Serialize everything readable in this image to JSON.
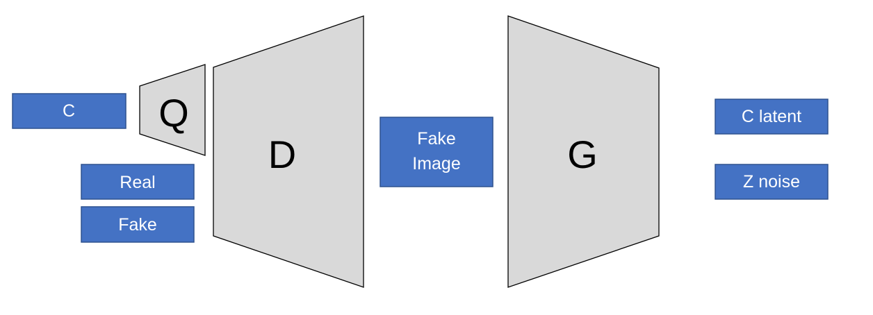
{
  "networks": {
    "q": "Q",
    "d": "D",
    "g": "G"
  },
  "boxes": {
    "c": "C",
    "real": "Real",
    "fake": "Fake",
    "fake_image_line1": "Fake",
    "fake_image_line2": "Image",
    "c_latent": "C latent",
    "z_noise": "Z noise"
  },
  "colors": {
    "box_fill": "#4472c4",
    "box_border": "#2f528f",
    "box_text": "#ffffff",
    "network_fill": "#d9d9d9",
    "network_border": "#000000"
  }
}
